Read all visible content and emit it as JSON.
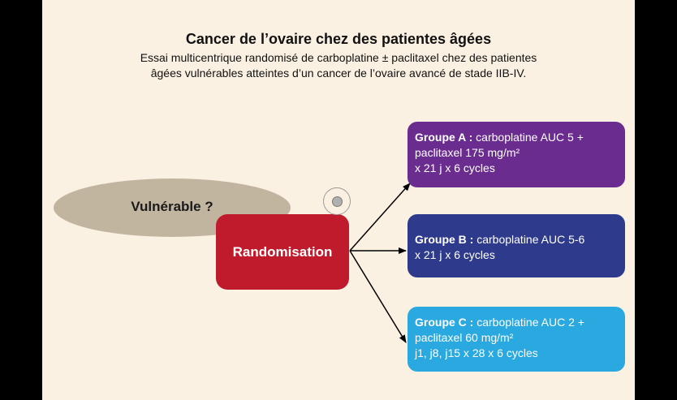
{
  "header": {
    "title": "Cancer de l’ovaire chez des patientes âgées",
    "subtitle_line1": "Essai multicentrique randomisé de carboplatine ± paclitaxel chez des patientes",
    "subtitle_line2": "âgées vulnérables atteintes d’un cancer de l’ovaire avancé de stade IIB-IV."
  },
  "nodes": {
    "vulnerable": "Vulnérable ?",
    "randomisation": "Randomisation"
  },
  "groups": [
    {
      "label": "Groupe A :",
      "line1": " carboplatine AUC 5 +",
      "line2": "paclitaxel 175 mg/m²",
      "line3": "x 21 j x 6 cycles",
      "color": "#6a2c8f"
    },
    {
      "label": "Groupe B :",
      "line1": " carboplatine AUC 5-6",
      "line2": "x 21 j x 6 cycles",
      "color": "#2e3a8c"
    },
    {
      "label": "Groupe C :",
      "line1": " carboplatine AUC 2 +",
      "line2": "paclitaxel 60 mg/m²",
      "line3": "j1, j8, j15  x 28 x 6 cycles",
      "color": "#2aa8e0"
    }
  ],
  "colors": {
    "background": "#fbf1e2",
    "vulnerable": "#c2b5a0",
    "randomisation": "#bf1b2c"
  },
  "icons": {
    "target": "target-icon"
  }
}
